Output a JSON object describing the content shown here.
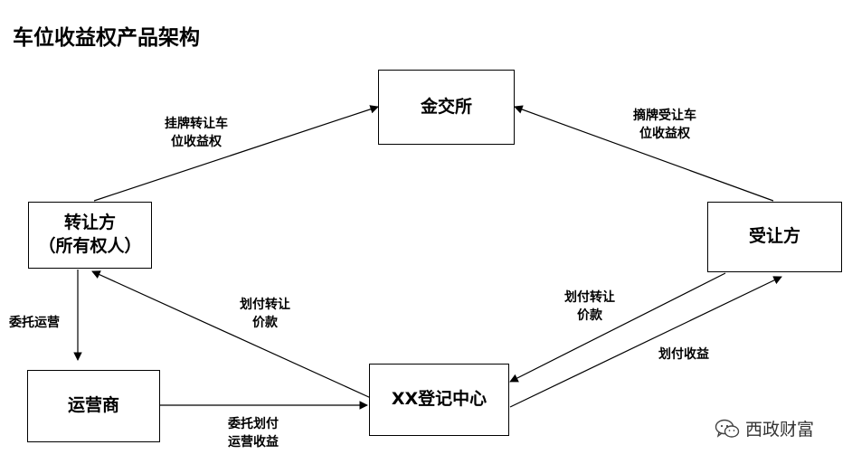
{
  "title": "车位收益权产品架构",
  "nodes": {
    "exchange": "金交所",
    "transferor": [
      "转让方",
      "（所有权人）"
    ],
    "transferee": "受让方",
    "operator": "运营商",
    "registry": "XX登记中心"
  },
  "edges": {
    "list_transfer": [
      "挂牌转让车",
      "位收益权"
    ],
    "delist_acquire": [
      "摘牌受让车",
      "位收益权"
    ],
    "entrust_operate": "委托运营",
    "pay_price_to_transferor": [
      "划付转让",
      "价款"
    ],
    "pay_price_from_transferee": [
      "划付转让",
      "价款"
    ],
    "pay_income": "划付收益",
    "entrust_pay_income": [
      "委托划付",
      "运营收益"
    ]
  },
  "watermark": "西政财富",
  "colors": {
    "line": "#000000",
    "watermark": "#333333"
  }
}
